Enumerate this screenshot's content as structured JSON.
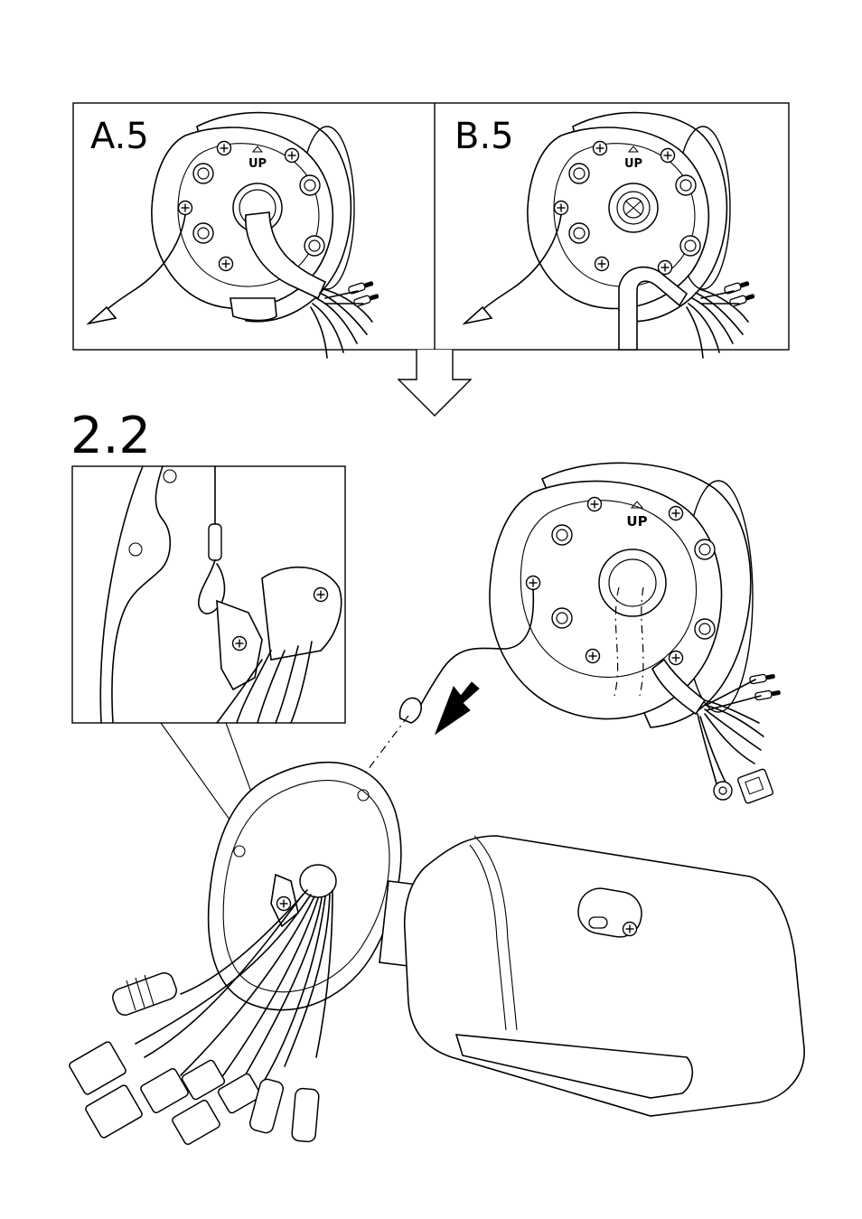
{
  "panels": {
    "a": {
      "label": "A.5",
      "up_text": "UP"
    },
    "b": {
      "label": "B.5",
      "up_text": "UP"
    }
  },
  "step": {
    "label": "2.2",
    "up_text": "UP"
  },
  "icons": [
    "screw-icon",
    "arrow-down-icon",
    "safety-cable-icon",
    "connector-icon"
  ]
}
